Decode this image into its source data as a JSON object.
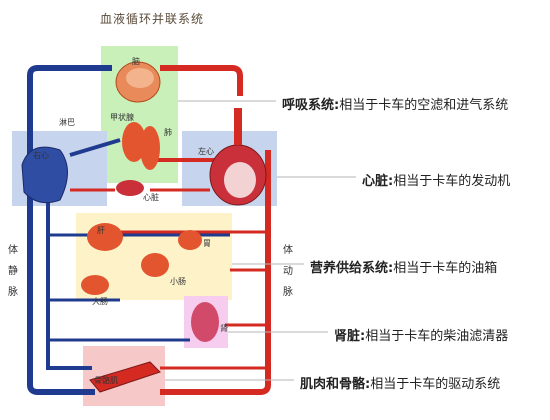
{
  "title": "血液循环并联系统",
  "labels": {
    "lymph": "淋巴",
    "right_heart": "右心",
    "left_heart": "左心",
    "heart": "心脏",
    "lung": "肺",
    "thyroid": "甲状腺",
    "brain": "脑",
    "liver": "肝",
    "stomach": "胃",
    "small_intestine": "小肠",
    "large_intestine": "大肠",
    "kidney": "肾",
    "muscle_bone": "骨骼肌",
    "body_vein": [
      "体",
      "静",
      "脉"
    ],
    "body_artery": [
      "体",
      "动",
      "脉"
    ]
  },
  "callouts": [
    {
      "bold": "呼吸系统:",
      "text": "相当于卡车的空滤和进气系统"
    },
    {
      "bold": "心脏:",
      "text": "相当于卡车的发动机"
    },
    {
      "bold": "营养供给系统:",
      "text": "相当于卡车的油箱"
    },
    {
      "bold": "肾脏:",
      "text": "相当于卡车的柴油滤清器"
    },
    {
      "bold": "肌肉和骨骼:",
      "text": "相当于卡车的驱动系统"
    }
  ],
  "colors": {
    "artery": "#d52a22",
    "vein": "#1f3b8f",
    "lung_zone": "#c9f0b9",
    "heart_zone": "#c7d4ee",
    "digest_zone": "#fdf2c8",
    "kidney_zone": "#f6cdef",
    "muscle_zone": "#f6c8c8"
  }
}
